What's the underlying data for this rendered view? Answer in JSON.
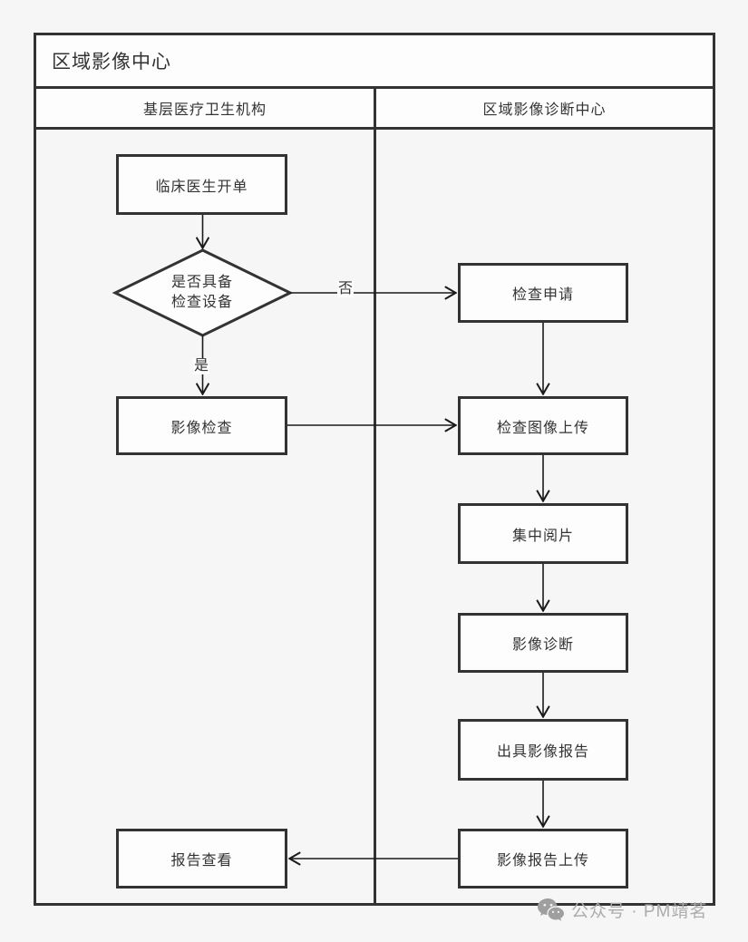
{
  "diagram": {
    "title": "区域影像中心",
    "lanes": [
      {
        "label": "基层医疗卫生机构"
      },
      {
        "label": "区域影像诊断中心"
      }
    ],
    "nodes": {
      "clinical_order": {
        "label": "临床医生开单",
        "lane": 0,
        "shape": "rect"
      },
      "decision_equipment": {
        "label_line1": "是否具备",
        "label_line2": "检查设备",
        "lane": 0,
        "shape": "diamond"
      },
      "exam_request": {
        "label": "检查申请",
        "lane": 1,
        "shape": "rect"
      },
      "imaging_exam": {
        "label": "影像检查",
        "lane": 0,
        "shape": "rect"
      },
      "image_upload": {
        "label": "检查图像上传",
        "lane": 1,
        "shape": "rect"
      },
      "central_reading": {
        "label": "集中阅片",
        "lane": 1,
        "shape": "rect"
      },
      "imaging_diagnosis": {
        "label": "影像诊断",
        "lane": 1,
        "shape": "rect"
      },
      "issue_report": {
        "label": "出具影像报告",
        "lane": 1,
        "shape": "rect"
      },
      "report_upload": {
        "label": "影像报告上传",
        "lane": 1,
        "shape": "rect"
      },
      "report_view": {
        "label": "报告查看",
        "lane": 0,
        "shape": "rect"
      }
    },
    "edges": [
      {
        "from": "clinical_order",
        "to": "decision_equipment",
        "label": ""
      },
      {
        "from": "decision_equipment",
        "to": "exam_request",
        "label": "否"
      },
      {
        "from": "decision_equipment",
        "to": "imaging_exam",
        "label": "是"
      },
      {
        "from": "imaging_exam",
        "to": "image_upload",
        "label": ""
      },
      {
        "from": "exam_request",
        "to": "image_upload",
        "label": ""
      },
      {
        "from": "image_upload",
        "to": "central_reading",
        "label": ""
      },
      {
        "from": "central_reading",
        "to": "imaging_diagnosis",
        "label": ""
      },
      {
        "from": "imaging_diagnosis",
        "to": "issue_report",
        "label": ""
      },
      {
        "from": "issue_report",
        "to": "report_upload",
        "label": ""
      },
      {
        "from": "report_upload",
        "to": "report_view",
        "label": ""
      }
    ],
    "colors": {
      "frame_border": "#333333",
      "flow_line": "#1a1a1a",
      "node_fill": "#fdfdfd",
      "background": "#f6f6f6",
      "text": "#333333",
      "watermark": "#acacac"
    }
  },
  "watermark": {
    "icon": "wechat-icon",
    "text": "公众号 · PM靖茗"
  }
}
